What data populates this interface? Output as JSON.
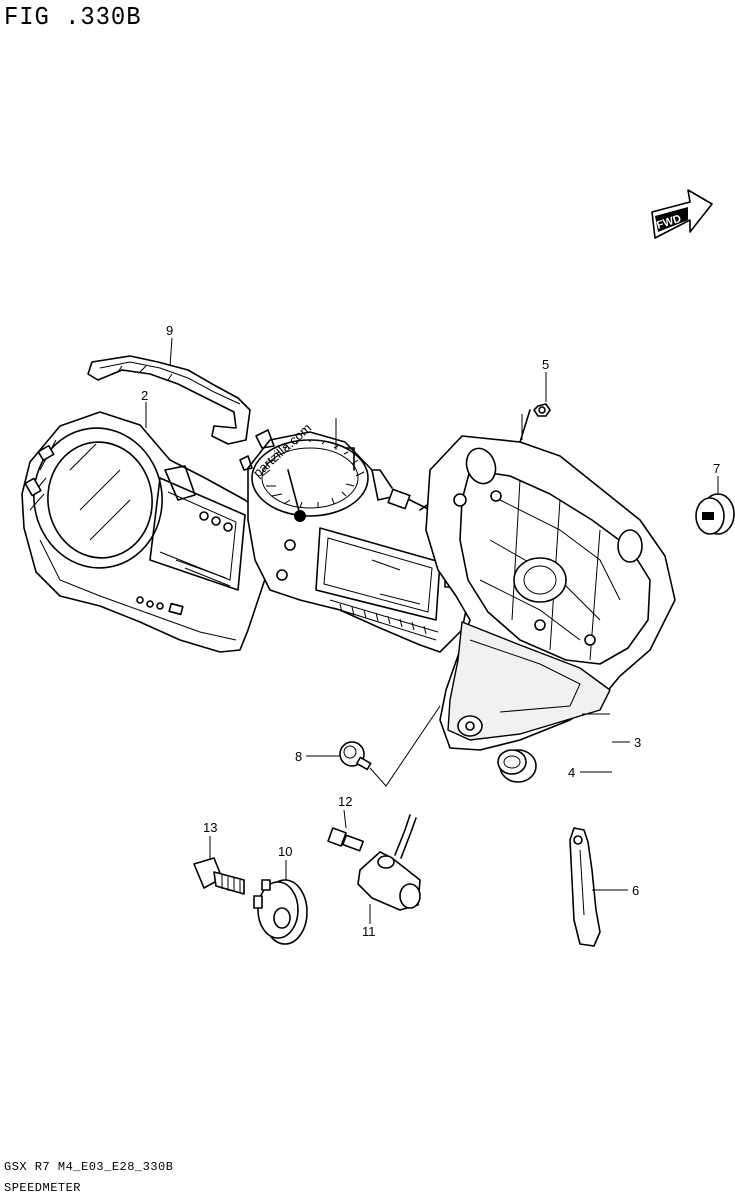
{
  "figure": {
    "title": "FIG .330B",
    "footer_code": "GSX  R7 M4_E03_E28_330B",
    "footer_name": "SPEEDMETER",
    "watermark": "partzilla.com",
    "fwd_label": "FWD"
  },
  "callouts": [
    {
      "id": "c1",
      "label": "9"
    },
    {
      "id": "c2",
      "label": "2"
    },
    {
      "id": "c3",
      "label": "5"
    },
    {
      "id": "c4",
      "label": "7"
    },
    {
      "id": "c5",
      "label": "3"
    },
    {
      "id": "c6",
      "label": "4"
    },
    {
      "id": "c7",
      "label": "8"
    },
    {
      "id": "c8",
      "label": "12"
    },
    {
      "id": "c9",
      "label": "13"
    },
    {
      "id": "c10",
      "label": "10"
    },
    {
      "id": "c11",
      "label": "11"
    },
    {
      "id": "c12",
      "label": "6"
    }
  ]
}
